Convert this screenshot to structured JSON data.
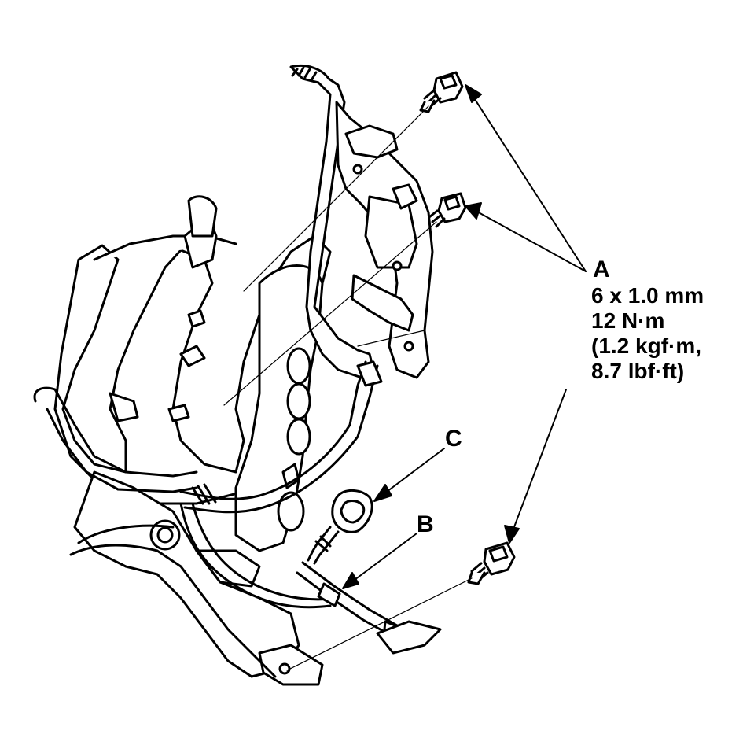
{
  "callouts": {
    "A": {
      "letter": "A",
      "spec_lines": [
        "6 x 1.0 mm",
        "12 N·m",
        "(1.2 kgf·m,",
        "8.7 lbf·ft)"
      ]
    },
    "B": {
      "letter": "B"
    },
    "C": {
      "letter": "C"
    }
  },
  "colors": {
    "ink": "#000000",
    "paper": "#ffffff"
  },
  "parts": [
    "engine-cylinder-head",
    "intake-manifold",
    "wire-harness-bracket",
    "mounting-bolt",
    "dipstick",
    "dipstick-tube",
    "hoses"
  ]
}
